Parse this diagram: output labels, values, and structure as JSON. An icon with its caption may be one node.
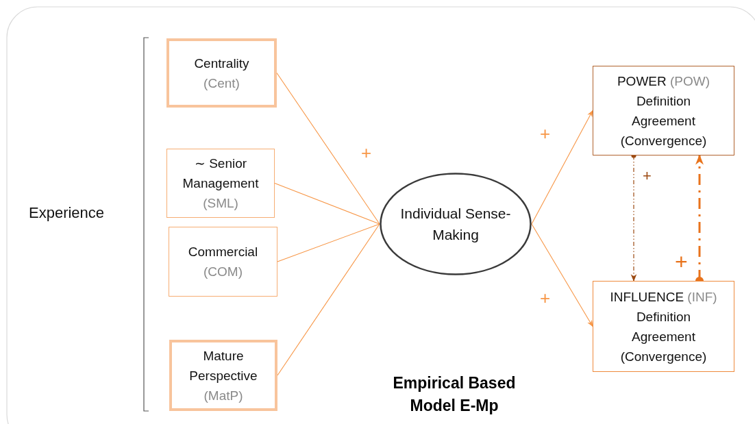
{
  "diagram": {
    "title": "Empirical Based Model E-Mp",
    "nodes": [
      {
        "text": [
          "Centrality",
          "(Cent)"
        ]
      },
      {
        "text": [
          "∼ Senior Management",
          "(SML)"
        ]
      },
      {
        "text": [
          "Commercial",
          "(COM)"
        ]
      },
      {
        "text": [
          "Mature Perspective",
          "(MatP)"
        ]
      },
      {
        "text": [
          "Individual Sense-Making"
        ]
      },
      {
        "text": [
          "POWER",
          "(POW)",
          "Definition Agreement (Convergence)"
        ]
      },
      {
        "text": [
          "INFLUENCE",
          "(INF)",
          "Definition Agreement (Convergence)"
        ]
      }
    ],
    "edges": [
      {
        "from": 0,
        "to": 4,
        "arrow": "none"
      },
      {
        "from": 1,
        "to": 4,
        "arrow": "none"
      },
      {
        "from": 2,
        "to": 4,
        "arrow": "none"
      },
      {
        "from": 3,
        "to": 4,
        "arrow": "none"
      },
      {
        "from": 4,
        "to": 5,
        "arrow": "to",
        "label": "+"
      },
      {
        "from": 4,
        "to": 6,
        "arrow": "to",
        "label": "+"
      },
      {
        "from": 5,
        "to": 6,
        "arrow": "to",
        "label": "+",
        "style": "dashed",
        "color": "#9c4a12"
      },
      {
        "from": 6,
        "to": 5,
        "arrow": "to",
        "label": "+",
        "style": "dashed",
        "color": "#e8731c"
      }
    ],
    "labels": [
      "Experience",
      "+"
    ]
  }
}
